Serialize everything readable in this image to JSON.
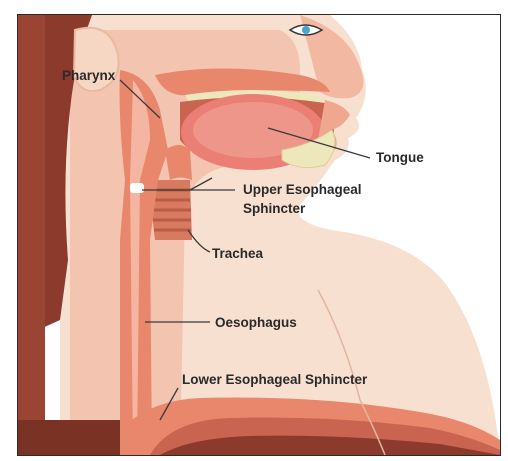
{
  "labels": {
    "pharynx": "Pharynx",
    "tongue": "Tongue",
    "upper_sphincter_line1": "Upper Esophageal",
    "upper_sphincter_line2": "Sphincter",
    "trachea": "Trachea",
    "oesophagus": "Oesophagus",
    "lower_sphincter": "Lower Esophageal Sphincter"
  },
  "colors": {
    "skin": "#f7e0d0",
    "flesh": "#ef9c86",
    "tube": "#e9876c",
    "tube_dark": "#c96450",
    "tongue": "#eb7f75",
    "hair": "#8c3a2c",
    "bone": "#efe7bc",
    "line": "#3a3a3a"
  }
}
